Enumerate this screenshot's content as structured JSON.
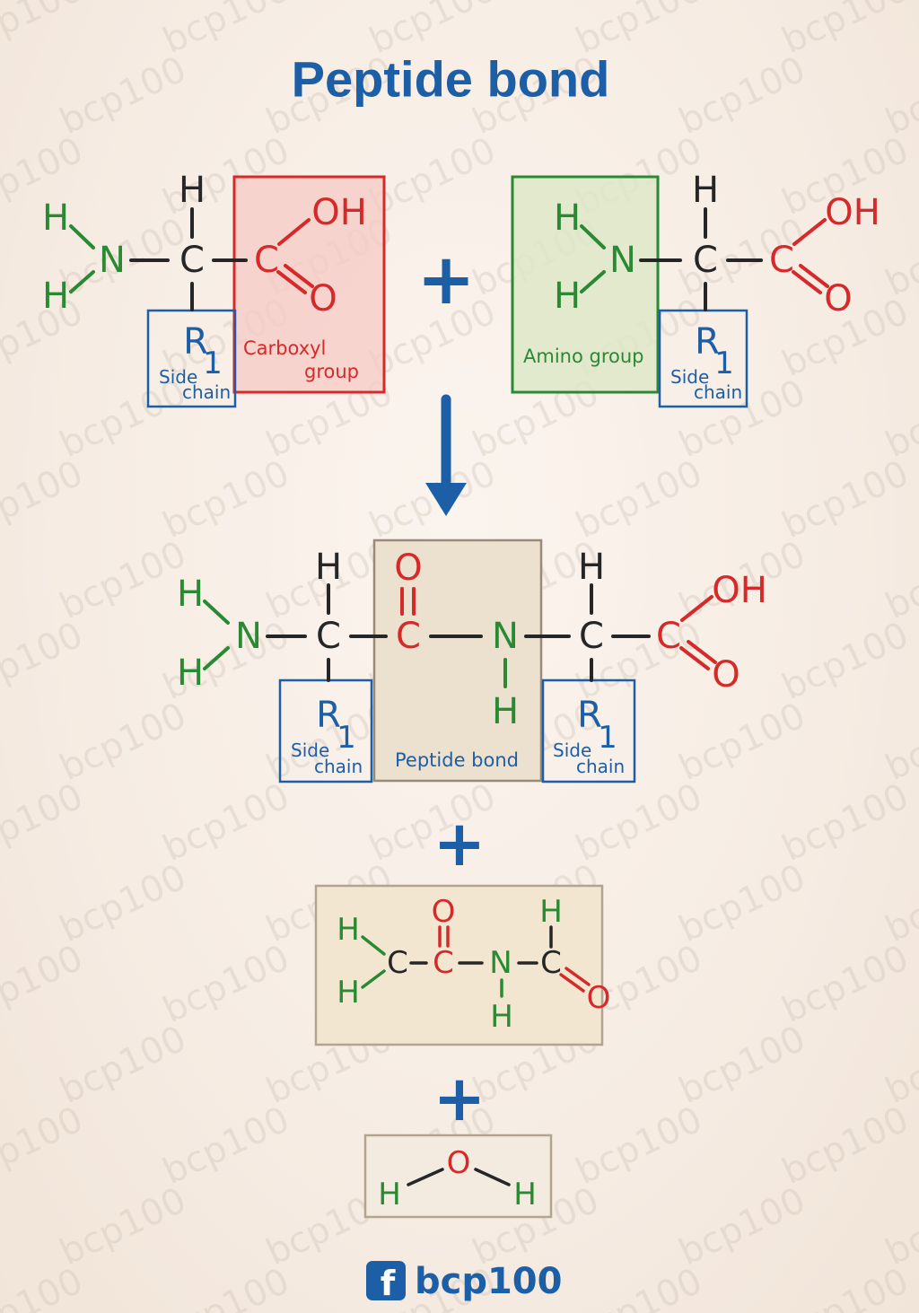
{
  "title": "Peptide bond",
  "watermark": "bcp100",
  "atoms": {
    "H": "H",
    "N": "N",
    "C": "C",
    "O": "O",
    "OH": "OH",
    "R": "R",
    "R_sub": "1"
  },
  "labels": {
    "carboxyl_line1": "Carboxyl",
    "carboxyl_line2": "group",
    "amino_group": "Amino group",
    "side": "Side",
    "chain": "chain",
    "peptide_bond": "Peptide bond"
  },
  "operators": {
    "plus": "+"
  },
  "footer": {
    "brand": "bcp100",
    "logo_letter": "f"
  },
  "colors": {
    "title": "#1d5fa6",
    "amino": "#2a8a33",
    "carboxyl": "#d62a2a",
    "carbon": "#262626",
    "side_chain": "#1d5fa6"
  }
}
